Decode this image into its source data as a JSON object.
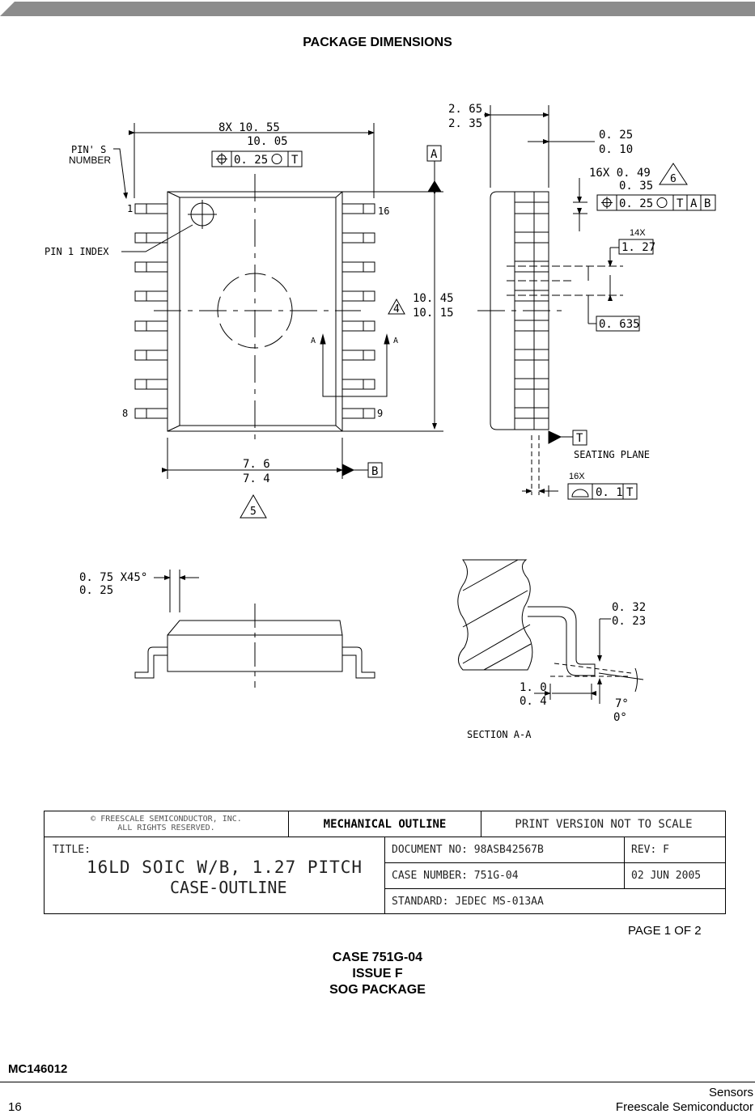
{
  "page": {
    "section_title": "PACKAGE DIMENSIONS",
    "page_of": "PAGE 1 OF 2",
    "case": "CASE 751G-04",
    "issue": "ISSUE F",
    "package": "SOG PACKAGE",
    "part_number": "MC146012",
    "page_number": "16",
    "category": "Sensors",
    "company": "Freescale Semiconductor"
  },
  "top_view": {
    "pins_label_1": "8X  10. 55",
    "pins_label_2": "10. 05",
    "tol_value": "0. 25",
    "tol_ref": "T",
    "datum_a": "A",
    "datum_b": "B",
    "pin_number_line1": "PIN' S",
    "pin_number_line2": "NUMBER",
    "pin1_index": "PIN 1 INDEX",
    "pin_1": "1",
    "pin_8": "8",
    "pin_9": "9",
    "pin_16": "16",
    "length_max": "10. 45",
    "length_min": "10. 15",
    "note_4": "4",
    "width_max": "7. 6",
    "width_min": "7. 4",
    "note_5": "5",
    "section_a_left": "A",
    "section_a_right": "A"
  },
  "side_view": {
    "height_max": "2. 65",
    "height_min": "2. 35",
    "standoff_max": "0. 25",
    "standoff_min": "0. 10",
    "lead_w_label": "16X  0. 49",
    "lead_w_min": "0. 35",
    "note_6": "6",
    "lead_tol_value": "0. 25",
    "lead_tol_refs": [
      "T",
      "A",
      "B"
    ],
    "pitch_count": "14X",
    "pitch": "1. 27",
    "half_pitch": "0. 635",
    "datum_t": "T",
    "seating_plane": "SEATING PLANE",
    "coplanarity_count": "16X",
    "coplanarity": "0. 1",
    "coplanarity_ref": "T"
  },
  "end_view": {
    "chamfer_max": "0. 75  X45°",
    "chamfer_min": "0. 25"
  },
  "section_view": {
    "thick_max": "0. 32",
    "thick_min": "0. 23",
    "foot_max": "1. 0",
    "foot_min": "0. 4",
    "angle_max": "7°",
    "angle_min": "0°",
    "caption": "SECTION A-A"
  },
  "title_block": {
    "copyright_line1": "© FREESCALE SEMICONDUCTOR, INC.",
    "copyright_line2": "ALL RIGHTS RESERVED.",
    "outline": "MECHANICAL OUTLINE",
    "print_note": "PRINT VERSION NOT TO SCALE",
    "title_label": "TITLE:",
    "title_line1": "16LD SOIC W/B, 1.27 PITCH",
    "title_line2": "CASE-OUTLINE",
    "document_no": "DOCUMENT NO: 98ASB42567B",
    "rev": "REV: F",
    "case_number": "CASE NUMBER: 751G-04",
    "date": "02 JUN 2005",
    "standard": "STANDARD: JEDEC MS-013AA"
  }
}
